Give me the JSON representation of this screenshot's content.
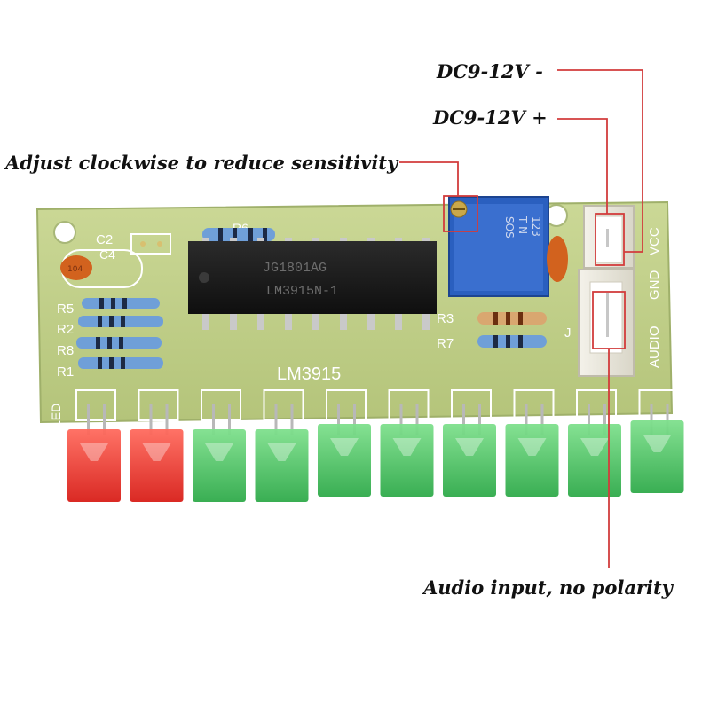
{
  "callouts": {
    "power_minus": "DC9-12V -",
    "power_plus": "DC9-12V +",
    "sensitivity": "Adjust clockwise to reduce sensitivity",
    "audio": "Audio input, no polarity"
  },
  "board": {
    "chip_label": "LM3915",
    "chip_marking_1": "JG1801AG",
    "chip_marking_2": "LM3915N-1",
    "pot_marking_1": "123",
    "pot_marking_2": "T  N",
    "pot_marking_3": "SOS",
    "cap_marking": "104",
    "silkscreen": {
      "c2": "C2",
      "c4": "C4",
      "r5": "R5",
      "r2": "R2",
      "r8": "R8",
      "r1": "R1",
      "r6": "R6",
      "r3": "R3",
      "r7": "R7",
      "j": "J",
      "led": "LED",
      "vcc": "VCC",
      "gnd": "GND",
      "audio": "AUDIO"
    },
    "led_colors": [
      "red",
      "red",
      "green",
      "green",
      "green",
      "green",
      "green",
      "green",
      "green",
      "green"
    ]
  },
  "colors": {
    "pcb": "#c2d08a",
    "pcb_edge": "#9fb06a",
    "callout_line": "#d23c3c",
    "led_red": "#e8302a",
    "led_green": "#3fbf5a",
    "chip": "#1a1a1a",
    "pot": "#2a5fbf"
  }
}
